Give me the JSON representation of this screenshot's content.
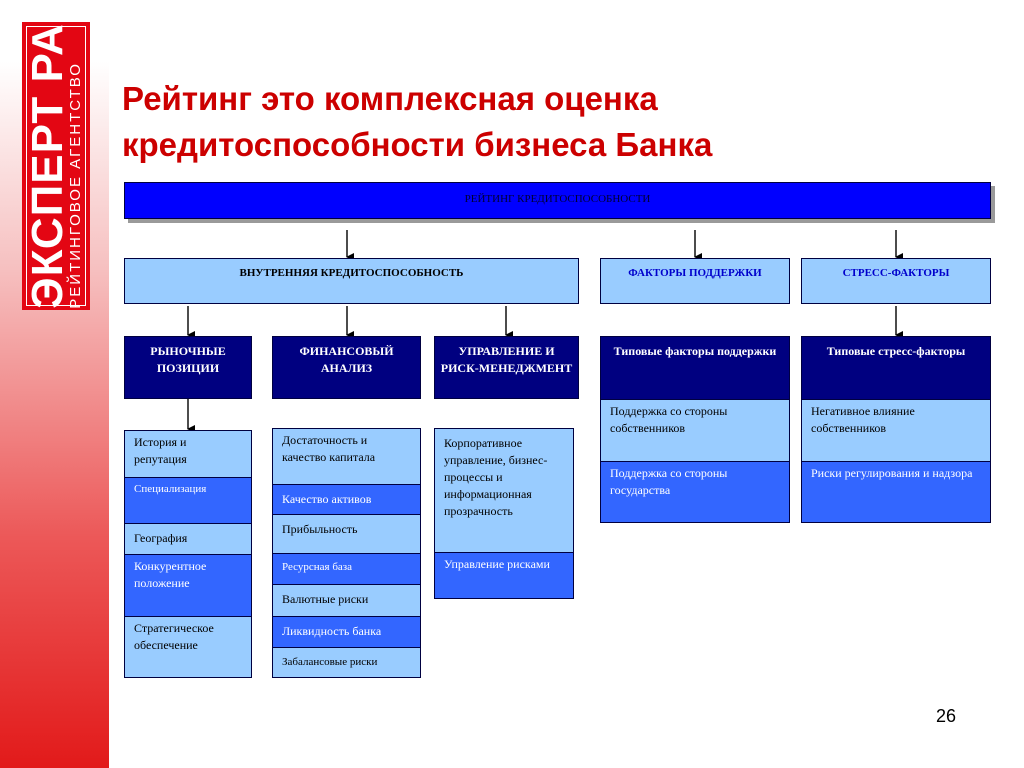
{
  "logo": {
    "main": "ЭКСПЕРТ РА",
    "sub": "РЕЙТИНГОВОЕ АГЕНТСТВО"
  },
  "title": {
    "line1": "Рейтинг это комплексная оценка",
    "line2": "кредитоспособности бизнеса Банка"
  },
  "diagram": {
    "top_bar": "РЕЙТИНГ КРЕДИТОСПОСОБНОСТИ",
    "level2": {
      "internal": "ВНУТРЕННЯЯ КРЕДИТОСПОСОБНОСТЬ",
      "support": "ФАКТОРЫ ПОДДЕРЖКИ",
      "stress": "СТРЕСС-ФАКТОРЫ"
    },
    "market": {
      "header": "РЫНОЧНЫЕ ПОЗИЦИИ",
      "items": [
        "История и репутация",
        "Специализация",
        "География",
        "Конкурентное положение",
        "Стратегическое обеспечение"
      ]
    },
    "finance": {
      "header": "ФИНАНСОВЫЙ АНАЛИЗ",
      "items": [
        "Достаточность и качество капитала",
        "Качество активов",
        "Прибыльность",
        "Ресурсная база",
        "Валютные риски",
        "Ликвидность банка",
        "Забалансовые риски"
      ]
    },
    "management": {
      "header": "УПРАВЛЕНИЕ И РИСК-МЕНЕДЖМЕНТ",
      "items": [
        "Корпоративное управление, бизнес-процессы и информационная прозрачность",
        "Управление рисками"
      ]
    },
    "support_factors": {
      "header": "Типовые факторы поддержки",
      "items": [
        "Поддержка со стороны собственников",
        "Поддержка со стороны государства"
      ]
    },
    "stress_factors": {
      "header": "Типовые стресс-факторы",
      "items": [
        "Негативное влияние собственников",
        "Риски регулирования и надзора"
      ]
    }
  },
  "page_number": "26",
  "colors": {
    "title": "#cc0000",
    "brand_red": "#e30613",
    "top_bar": "#0000ff",
    "light_blue": "#99ccff",
    "mid_blue": "#3366ff",
    "navy": "#000080"
  }
}
